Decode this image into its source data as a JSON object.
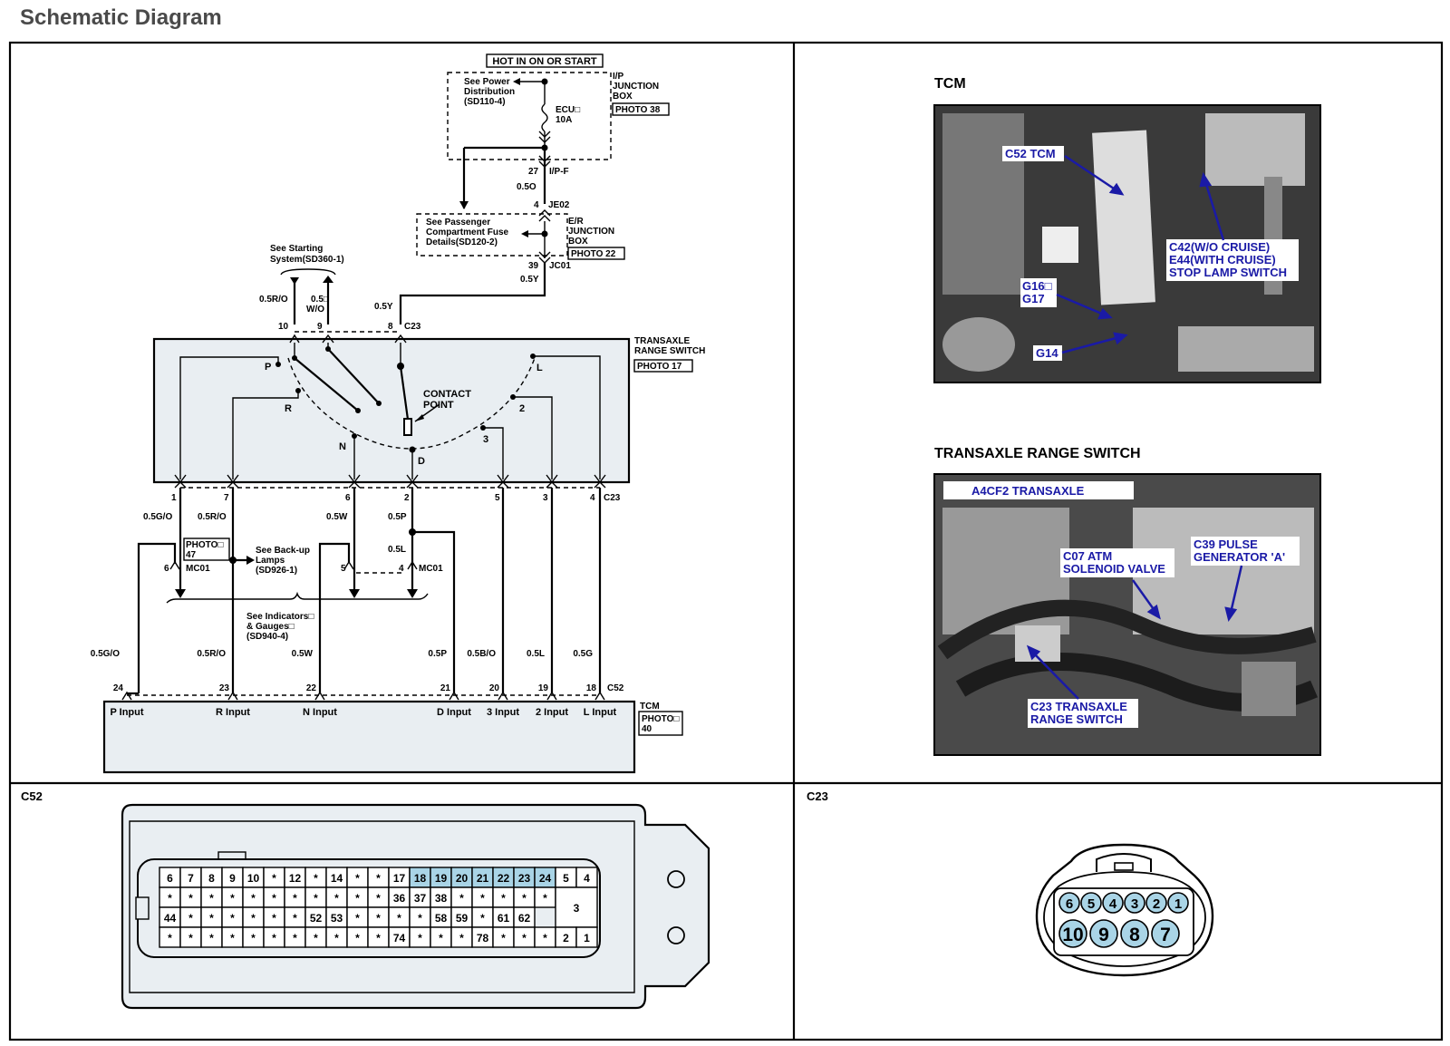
{
  "page": {
    "title": "Schematic Diagram"
  },
  "power": {
    "hot": "HOT IN ON OR START",
    "see_power": [
      "See Power",
      "Distribution",
      "(SD110-4)"
    ],
    "fuse": [
      "ECU□",
      "10A"
    ],
    "ip_box": [
      "I/P",
      "JUNCTION",
      "BOX"
    ],
    "photo_38": "PHOTO 38",
    "pin27": "27",
    "ipf": "I/P-F",
    "wire_05o": "0.5O",
    "pin4": "4",
    "je02": "JE02",
    "see_pass": [
      "See Passenger",
      "Compartment Fuse",
      "Details(SD120-2)"
    ],
    "er_box": [
      "E/R",
      "JUNCTION",
      "BOX"
    ],
    "photo_22": "PHOTO 22",
    "pin39": "39",
    "jc01": "JC01",
    "wire_05y_a": "0.5Y"
  },
  "switch": {
    "see_starting": [
      "See Starting",
      "System(SD360-1)"
    ],
    "w10": "0.5R/O",
    "w9": [
      "0.5□",
      "W/O"
    ],
    "w8": "0.5Y",
    "p10": "10",
    "p9": "9",
    "p8": "8",
    "c23": "C23",
    "name": [
      "TRANSAXLE",
      "RANGE SWITCH"
    ],
    "photo_17": "PHOTO 17",
    "contact": [
      "CONTACT",
      "POINT"
    ],
    "positions": {
      "P": "P",
      "R": "R",
      "N": "N",
      "D": "D",
      "3": "3",
      "2": "2",
      "L": "L"
    }
  },
  "bottom_pins": {
    "p1": "1",
    "p7": "7",
    "p6": "6",
    "p2": "2",
    "p5": "5",
    "p3": "3",
    "p4": "4",
    "c23": "C23",
    "w1": "0.5G/O",
    "w7": "0.5R/O",
    "w6": "0.5W",
    "w2": "0.5P",
    "w2b": "0.5L",
    "photo47": [
      "PHOTO□",
      "47"
    ],
    "mc01_6": "6",
    "mc01_a": "MC01",
    "mc01_5": "5",
    "mc01_4": "4",
    "mc01_b": "MC01",
    "see_backup": [
      "See Back-up",
      "Lamps",
      "(SD926-1)"
    ],
    "see_ind": [
      "See Indicators□",
      "& Gauges□",
      "(SD940-4)"
    ]
  },
  "tcm_wires": [
    "0.5G/O",
    "0.5R/O",
    "0.5W",
    "0.5P",
    "0.5B/O",
    "0.5L",
    "0.5G"
  ],
  "tcm_pins": [
    "24",
    "23",
    "22",
    "21",
    "20",
    "19",
    "18"
  ],
  "tcm_c52": "C52",
  "tcm_inputs": [
    "P Input",
    "R Input",
    "N Input",
    "D Input",
    "3 Input",
    "2 Input",
    "L Input"
  ],
  "tcm_label": "TCM",
  "tcm_photo": [
    "PHOTO□",
    "40"
  ],
  "photos": {
    "tcm_title": "TCM",
    "tcm_labels": {
      "c52": "C52 TCM",
      "c42": [
        "C42(W/O CRUISE)",
        "E44(WITH CRUISE)",
        "STOP LAMP SWITCH"
      ],
      "g16": [
        "G16□",
        "G17"
      ],
      "g14": "G14"
    },
    "trs_title": "TRANSAXLE RANGE SWITCH",
    "trs_labels": {
      "a4": "A4CF2 TRANSAXLE",
      "c07": [
        "C07 ATM",
        "SOLENOID VALVE"
      ],
      "c39": [
        "C39 PULSE",
        "GENERATOR 'A'"
      ],
      "c23": [
        "C23 TRANSAXLE",
        "RANGE SWITCH"
      ]
    }
  },
  "c52_connector": {
    "title": "C52",
    "row1": [
      "6",
      "7",
      "8",
      "9",
      "10",
      "*",
      "12",
      "*",
      "14",
      "*",
      "*",
      "17",
      "18",
      "19",
      "20",
      "21",
      "22",
      "23",
      "24"
    ],
    "row2": [
      "*",
      "*",
      "*",
      "*",
      "*",
      "*",
      "*",
      "*",
      "*",
      "*",
      "*",
      "36",
      "37",
      "38",
      "*",
      "*",
      "*",
      "*",
      "*"
    ],
    "row3": [
      "44",
      "*",
      "*",
      "*",
      "*",
      "*",
      "*",
      "52",
      "53",
      "*",
      "*",
      "*",
      "*",
      "58",
      "59",
      "*",
      "61",
      "62"
    ],
    "row4": [
      "*",
      "*",
      "*",
      "*",
      "*",
      "*",
      "*",
      "*",
      "*",
      "*",
      "*",
      "74",
      "*",
      "*",
      "*",
      "78",
      "*",
      "*",
      "*"
    ],
    "right1": [
      "5",
      "4"
    ],
    "right_mid": "3",
    "right4": [
      "2",
      "1"
    ],
    "highlight": [
      "18",
      "19",
      "20",
      "21",
      "22",
      "23",
      "24"
    ]
  },
  "c23_connector": {
    "title": "C23",
    "top": [
      "6",
      "5",
      "4",
      "3",
      "2",
      "1"
    ],
    "bottom": [
      "10",
      "9",
      "8",
      "7"
    ]
  }
}
